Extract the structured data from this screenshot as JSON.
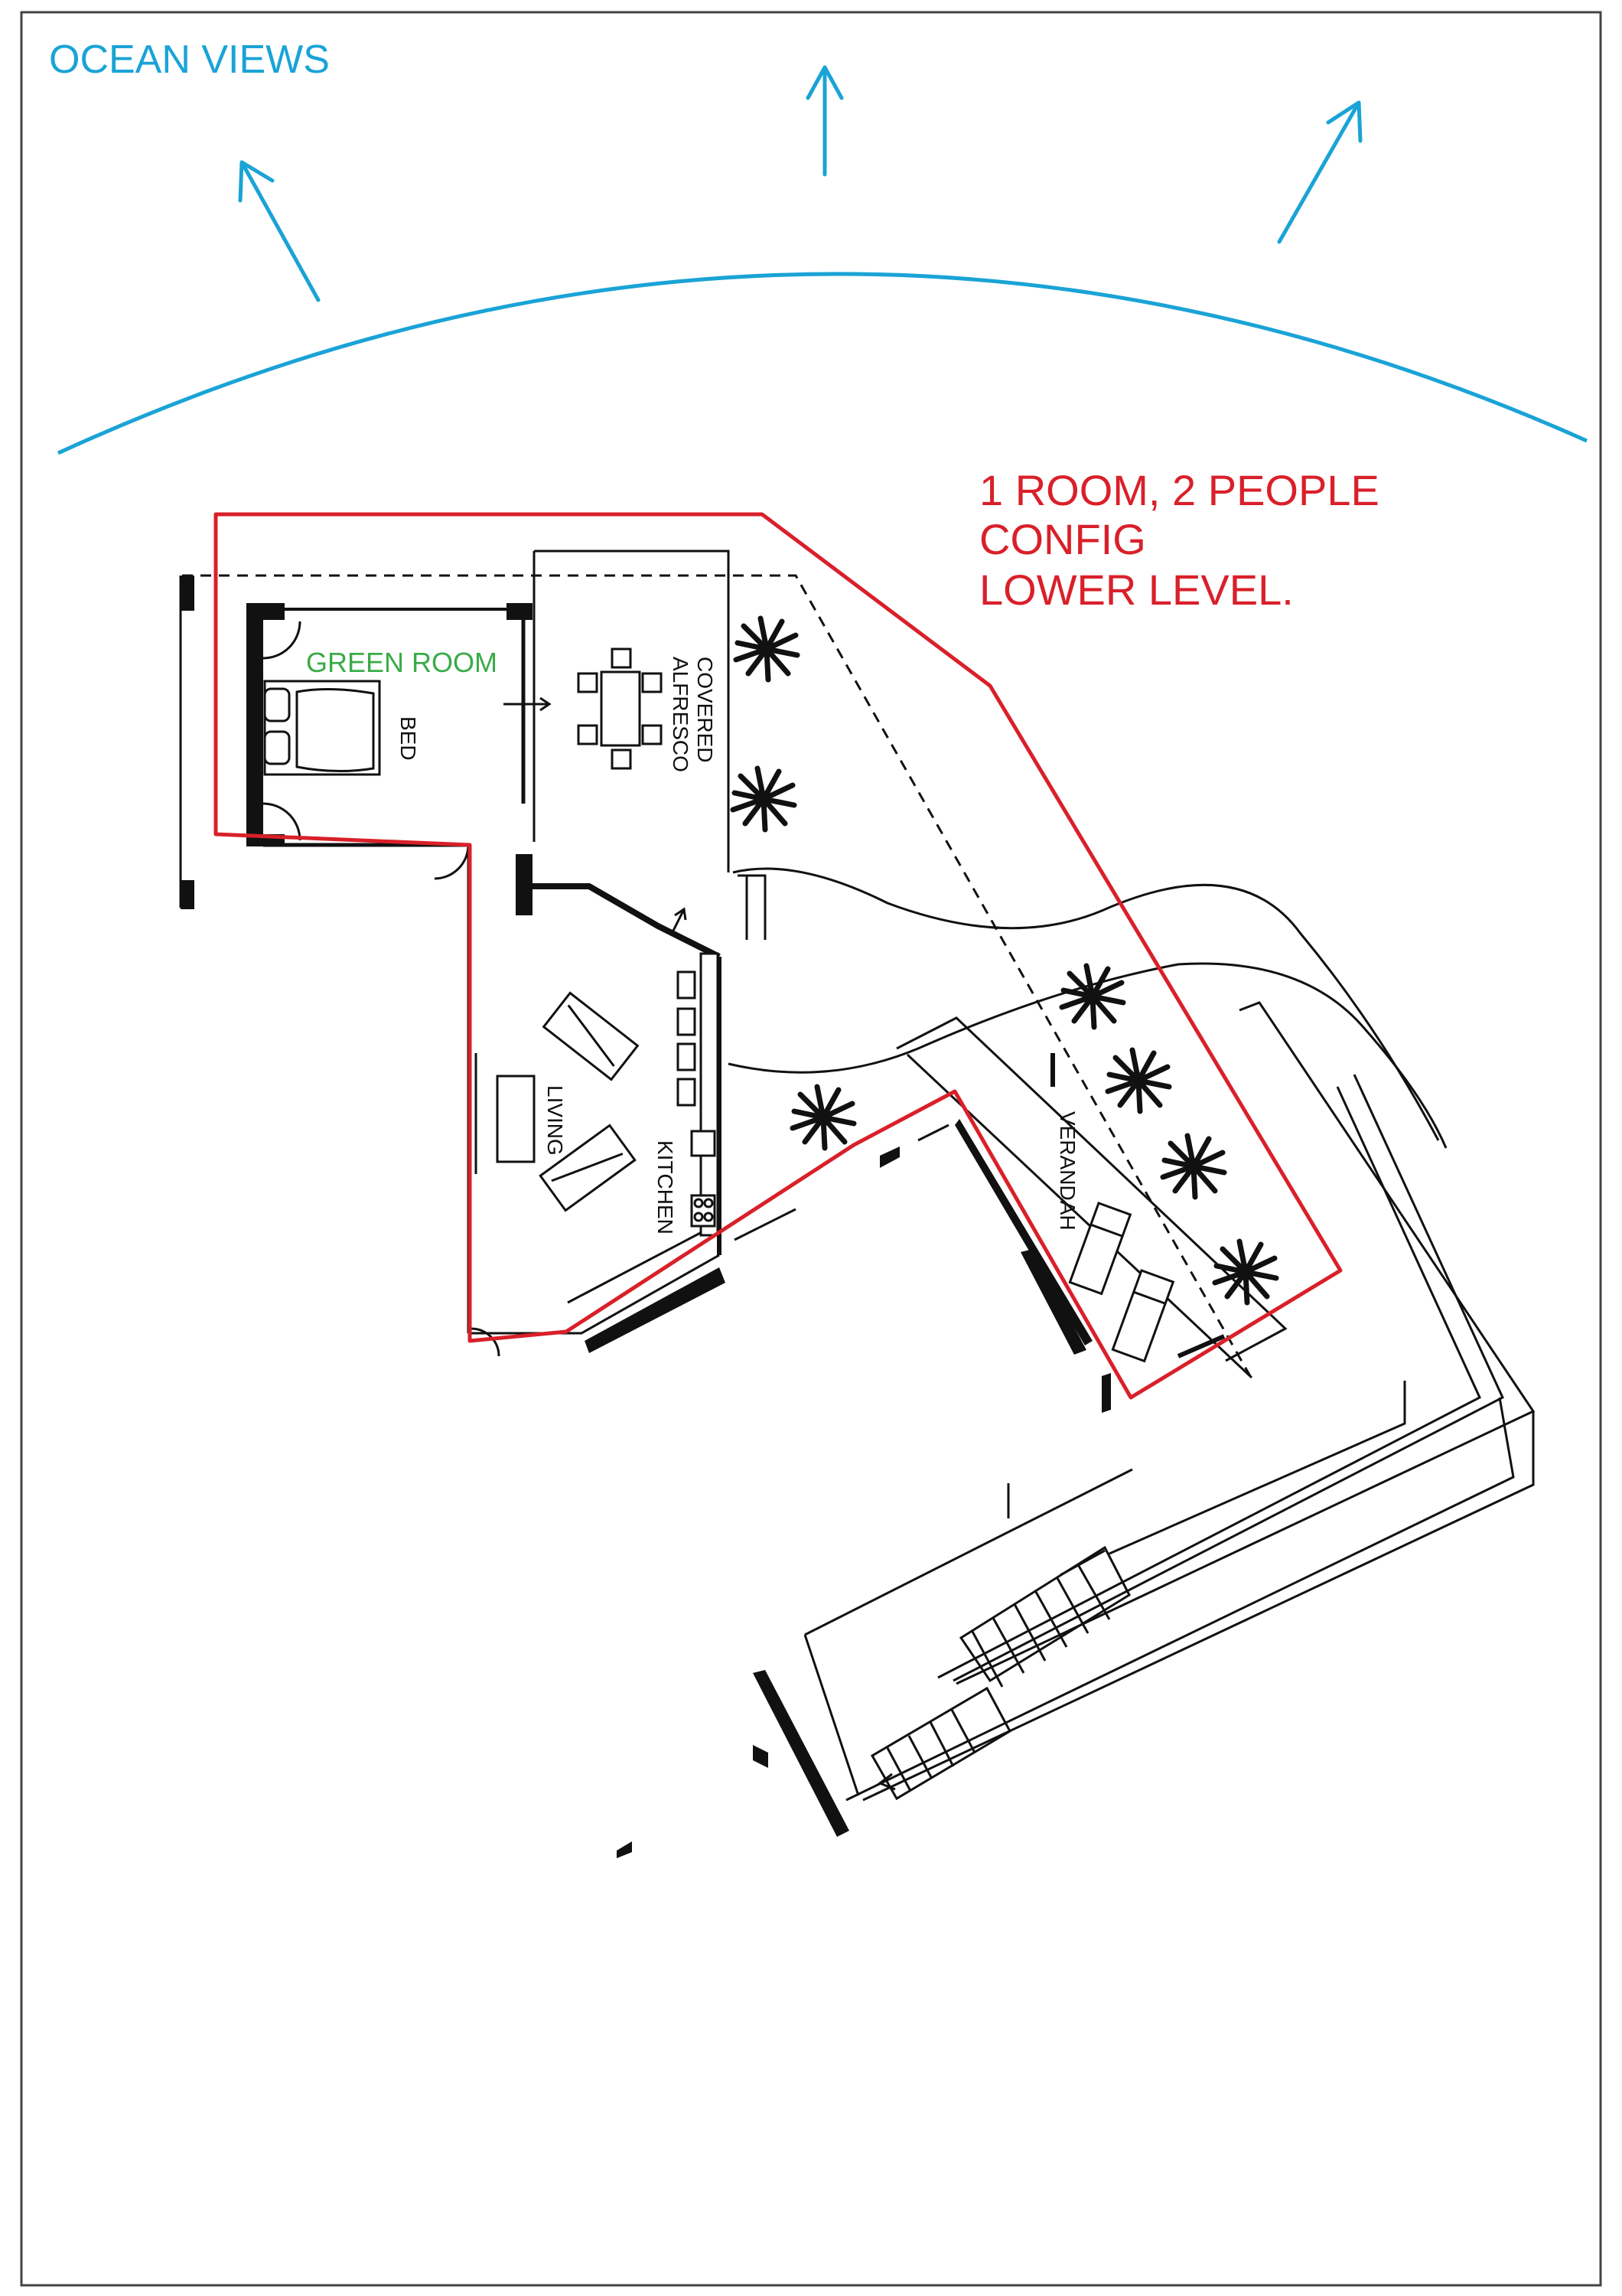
{
  "annotation": {
    "ocean_views": "OCEAN VIEWS",
    "config_lines": [
      "1 ROOM, 2 PEOPLE",
      "CONFIG",
      "LOWER LEVEL."
    ]
  },
  "rooms": {
    "green_room": "GREEN ROOM",
    "bed": "BED",
    "covered_alfresco_line1": "COVERED",
    "covered_alfresco_line2": "ALFRESCO",
    "living": "LIVING",
    "kitchen": "KITCHEN",
    "verandah": "VERANDAH"
  },
  "colors": {
    "ocean_blue": "#1aa3d6",
    "outline_red": "#d9202a",
    "green_room": "#3aab47",
    "ink": "#111111"
  }
}
